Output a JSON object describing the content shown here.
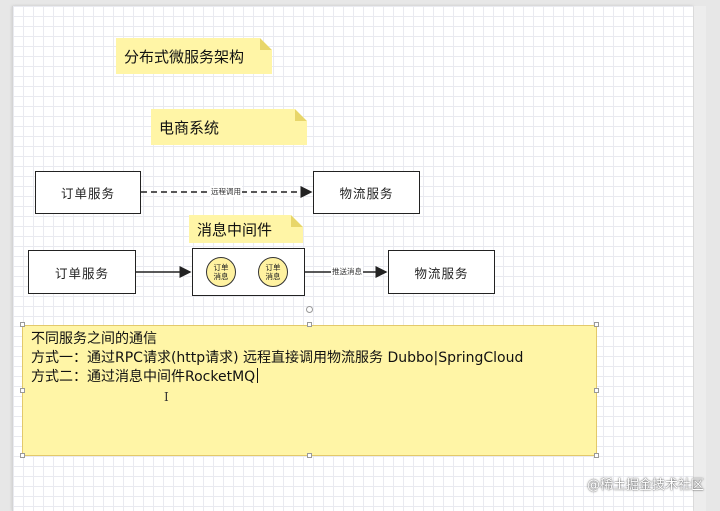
{
  "notes": {
    "title": "分布式微服务架构",
    "ecommerce": "电商系统",
    "middleware": "消息中间件"
  },
  "diagram": {
    "top_row": {
      "order_service": "订单服务",
      "edge_label": "远程调用",
      "logistics_service": "物流服务"
    },
    "bottom_row": {
      "order_service": "订单服务",
      "message_1": "订单\n消息",
      "message_2": "订单\n消息",
      "edge_label": "推送消息",
      "logistics_service": "物流服务"
    }
  },
  "text_note": {
    "line1": "不同服务之间的通信",
    "line2": "方式一：通过RPC请求(http请求) 远程直接调用物流服务 Dubbo|SpringCloud",
    "line3": "方式二：通过消息中间件RocketMQ"
  },
  "watermark": "@稀土掘金技术社区",
  "colors": {
    "note_fill": "#fff5a6",
    "note_fold": "#e8d66a",
    "grid": "#e9eaf0",
    "stroke": "#222222"
  }
}
